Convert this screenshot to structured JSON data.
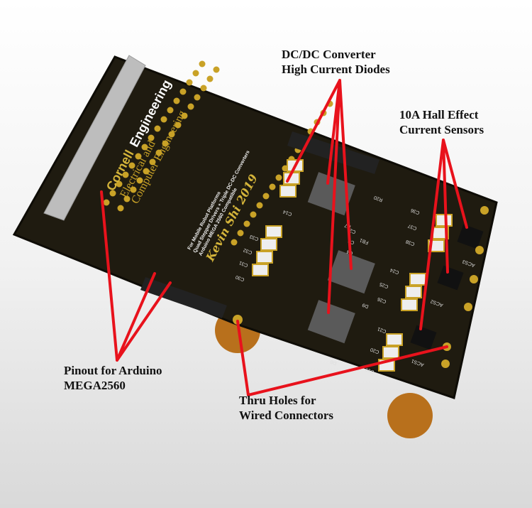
{
  "annotations": {
    "dcdc": {
      "line1": "DC/DC Converter",
      "line2": "High Current Diodes"
    },
    "hall": {
      "line1": "10A Hall Effect",
      "line2": "Current Sensors"
    },
    "pinout": {
      "line1": "Pinout for Arduino",
      "line2": "MEGA2560"
    },
    "thru": {
      "line1": "Thru Holes for",
      "line2": "Wired Connectors"
    }
  },
  "board": {
    "logo_cornell": "Cornell",
    "logo_engineering": "Engineering",
    "dept_line1": "Electrical and",
    "dept_line2": "Computer Engineering",
    "desc_line1": "For Mobile Robot Platforms",
    "desc_line2": "Quad Stepper Drivers + Triple DC-DC Converters",
    "desc_line3": "Arduino MEGA 2560 Compatible",
    "signature": "Kevin Shi 2019",
    "refs": [
      "D7",
      "D8",
      "D9",
      "C14",
      "C19",
      "C20",
      "C21",
      "C24",
      "C25",
      "C26",
      "C30",
      "C31",
      "C32",
      "C33",
      "C36",
      "C37",
      "C38",
      "R20",
      "ACS1",
      "ACS2",
      "ACS3",
      "FB1",
      "C2",
      "C3",
      "C4"
    ]
  },
  "colors": {
    "annotation": "#e8121c",
    "board": "#1e1a10",
    "gold": "#c9a227"
  }
}
